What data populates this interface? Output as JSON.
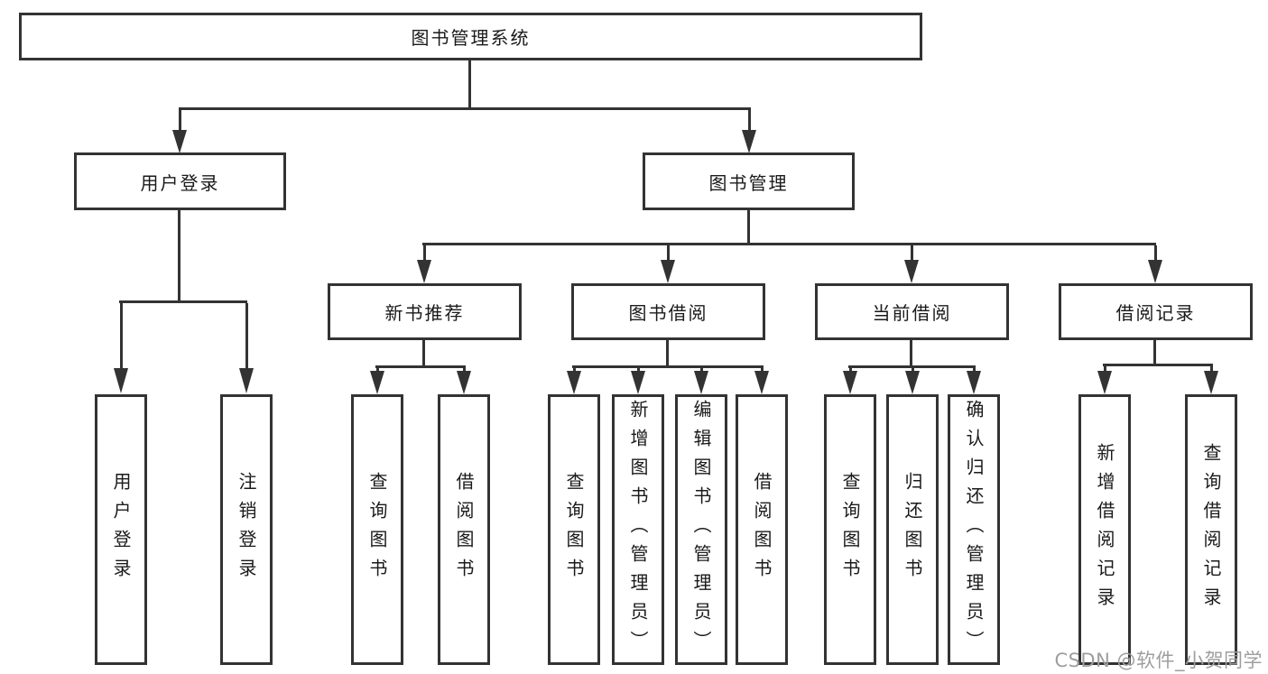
{
  "diagram": {
    "root": {
      "label": "图书管理系统",
      "children": [
        {
          "label": "用户登录",
          "children": [
            {
              "label": "用户登录"
            },
            {
              "label": "注销登录"
            }
          ]
        },
        {
          "label": "图书管理",
          "children": [
            {
              "label": "新书推荐",
              "children": [
                {
                  "label": "查询图书"
                },
                {
                  "label": "借阅图书"
                }
              ]
            },
            {
              "label": "图书借阅",
              "children": [
                {
                  "label": "查询图书"
                },
                {
                  "label": "新增图书（管理员）"
                },
                {
                  "label": "编辑图书（管理员）"
                },
                {
                  "label": "借阅图书"
                }
              ]
            },
            {
              "label": "当前借阅",
              "children": [
                {
                  "label": "查询图书"
                },
                {
                  "label": "归还图书"
                },
                {
                  "label": "确认归还（管理员）"
                }
              ]
            },
            {
              "label": "借阅记录",
              "children": [
                {
                  "label": "新增借阅记录"
                },
                {
                  "label": "查询借阅记录"
                }
              ]
            }
          ]
        }
      ]
    }
  },
  "watermark": {
    "text": "CSDN @软件_小贺同学"
  },
  "colors": {
    "line": "#333333",
    "border": "#333333",
    "text": "#1a1a1a",
    "watermark": "#9e9e9e",
    "background": "#ffffff"
  }
}
